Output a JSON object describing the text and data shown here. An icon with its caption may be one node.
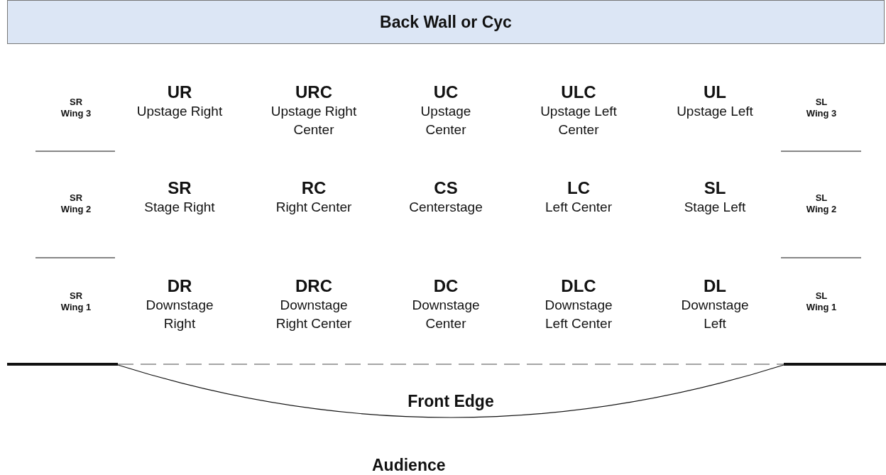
{
  "diagram": {
    "nodes": [
      {
        "text": [
          "Back Wall or Cyc"
        ]
      },
      {
        "text": [
          "Front Edge"
        ]
      }
    ],
    "labels": [
      "SR Wing 3",
      "UR",
      "Upstage Right",
      "URC",
      "Upstage Right Center",
      "UC",
      "Upstage Center",
      "ULC",
      "Upstage Left Center",
      "UL",
      "Upstage Left",
      "SL Wing 3",
      "SR Wing 2",
      "SR",
      "Stage Right",
      "RC",
      "Right Center",
      "CS",
      "Centerstage",
      "LC",
      "Left Center",
      "SL",
      "Stage Left",
      "SL Wing 2",
      "SR Wing 1",
      "DR",
      "Downstage Right",
      "DRC",
      "Downstage Right Center",
      "DC",
      "Downstage Center",
      "DLC",
      "Downstage Left Center",
      "DL",
      "Downstage Left",
      "SL Wing 1",
      "Audience"
    ]
  }
}
